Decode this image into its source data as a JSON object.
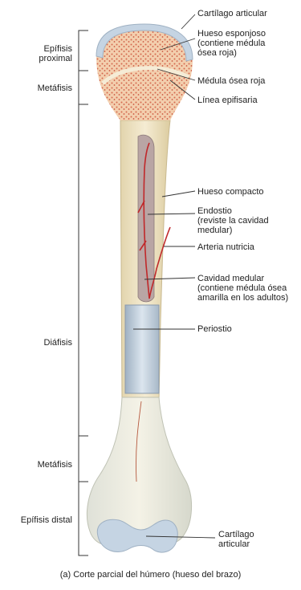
{
  "regions": {
    "epifisis_proximal": [
      "Epífisis",
      "proximal"
    ],
    "metafisis_top": "Metáfisis",
    "diafisis": "Diáfisis",
    "metafisis_bottom": "Metáfisis",
    "epifisis_distal": "Epífisis distal"
  },
  "labels": {
    "cartilago_articular_top": "Cartílago articular",
    "hueso_esponjoso": [
      "Hueso esponjoso",
      "(contiene médula",
      "ósea roja)"
    ],
    "medula_osea_roja": "Médula ósea roja",
    "linea_epifisaria": "Línea epifisaria",
    "hueso_compacto": "Hueso compacto",
    "endostio": [
      "Endostio",
      "(reviste la cavidad",
      "medular)"
    ],
    "arteria_nutricia": "Arteria nutricia",
    "cavidad_medular": [
      "Cavidad medular",
      "(contiene médula ósea",
      "amarilla en los adultos)"
    ],
    "periostio": "Periostio",
    "cartilago_articular_bottom": [
      "Cartílago",
      "articular"
    ]
  },
  "caption": "(a) Corte parcial del húmero (hueso del brazo)",
  "colors": {
    "bone": "#efe4c4",
    "spongy": "#f2c7a2",
    "marrow_dots": "#d4694f",
    "cartilage": "#c7d6e4",
    "artery": "#c0282a",
    "periosteum": "#b9c9d8",
    "line": "#333333"
  }
}
